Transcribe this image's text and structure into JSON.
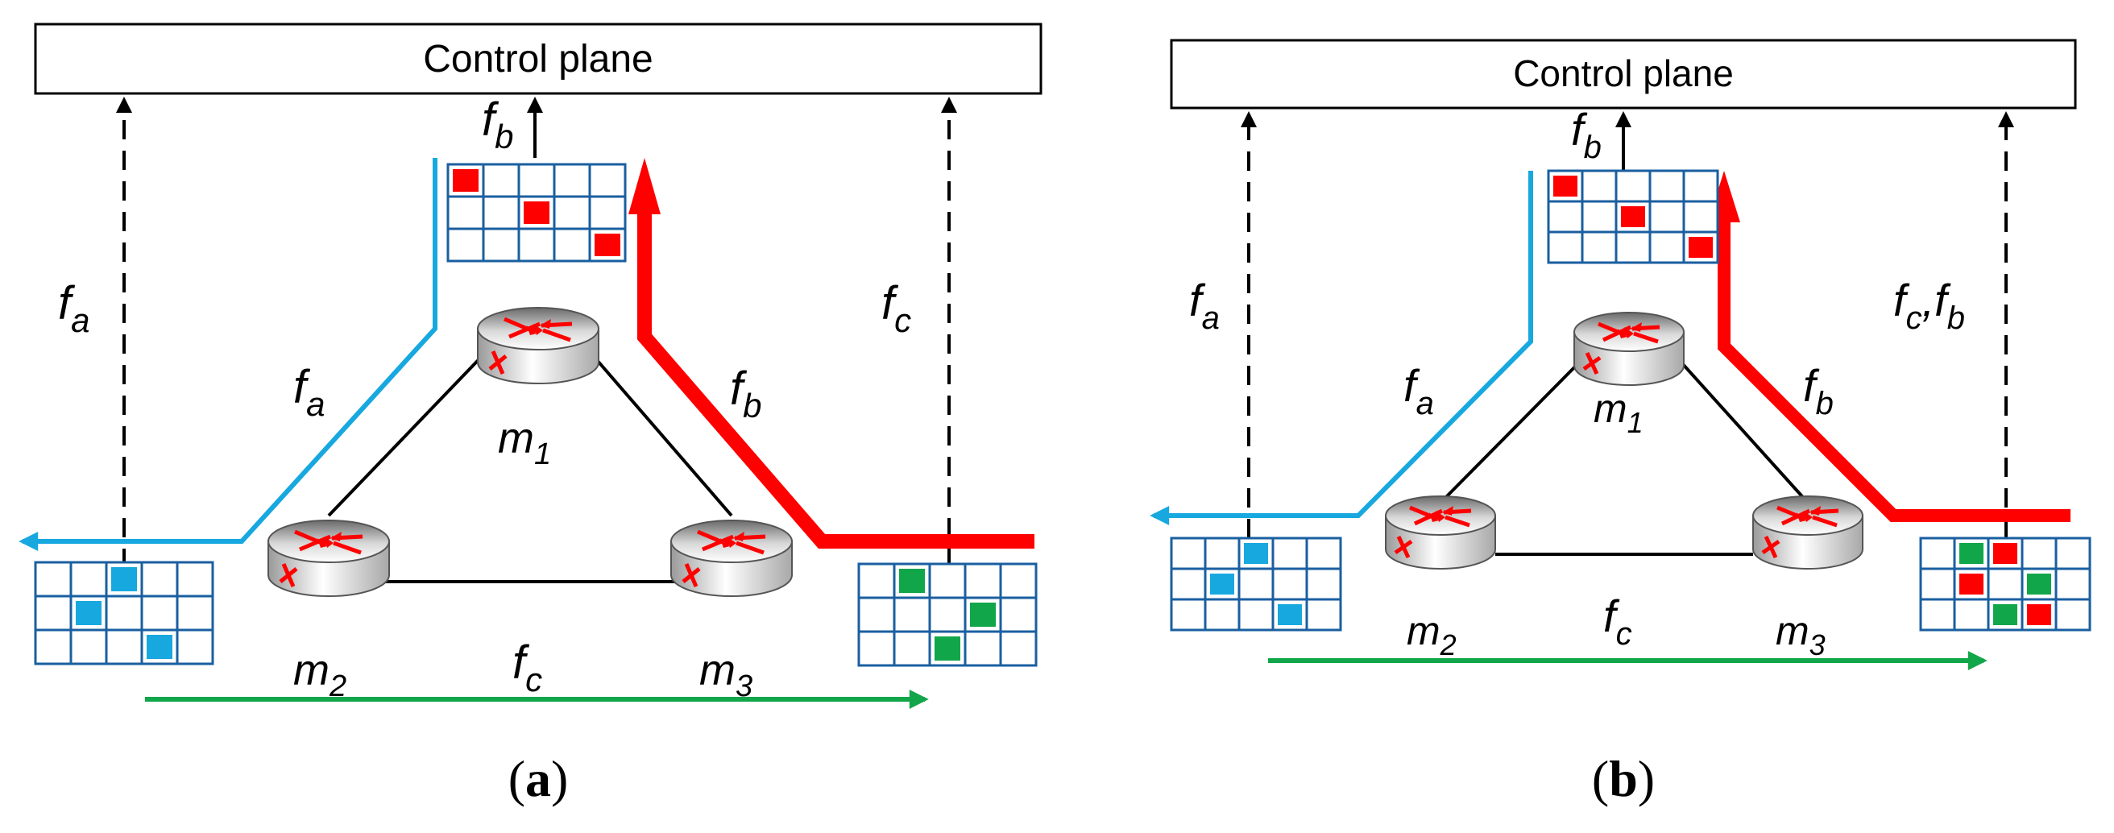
{
  "colors": {
    "flow_a": "#18a8e0",
    "flow_b": "#ff0000",
    "flow_c": "#12a64a",
    "grid_border": "#1a5fa0",
    "link": "#000000"
  },
  "panels": [
    {
      "id": "a",
      "control_plane": "Control plane",
      "caption_open": "(",
      "caption_letter": "a",
      "caption_close": ")",
      "nodes": [
        {
          "id": "m1",
          "base": "m",
          "sub": "1"
        },
        {
          "id": "m2",
          "base": "m",
          "sub": "2"
        },
        {
          "id": "m3",
          "base": "m",
          "sub": "3"
        }
      ],
      "flows": {
        "fa_base": "f",
        "fa_sub": "a",
        "fb_base": "f",
        "fb_sub": "b",
        "fc_base": "f",
        "fc_sub": "c"
      },
      "report_labels": {
        "left": {
          "base": "f",
          "sub": "a"
        },
        "top": {
          "base": "f",
          "sub": "b"
        },
        "right": [
          {
            "base": "f",
            "sub": "c"
          }
        ]
      },
      "tables": {
        "left": {
          "rows": 3,
          "cols": 5,
          "filled": [
            [
              0,
              2,
              "flow_a"
            ],
            [
              1,
              1,
              "flow_a"
            ],
            [
              2,
              3,
              "flow_a"
            ]
          ]
        },
        "top": {
          "rows": 3,
          "cols": 5,
          "filled": [
            [
              0,
              0,
              "flow_b"
            ],
            [
              1,
              2,
              "flow_b"
            ],
            [
              2,
              4,
              "flow_b"
            ]
          ]
        },
        "right": {
          "rows": 3,
          "cols": 5,
          "filled": [
            [
              0,
              1,
              "flow_c"
            ],
            [
              1,
              3,
              "flow_c"
            ],
            [
              2,
              2,
              "flow_c"
            ]
          ]
        }
      }
    },
    {
      "id": "b",
      "control_plane": "Control plane",
      "caption_open": "(",
      "caption_letter": "b",
      "caption_close": ")",
      "nodes": [
        {
          "id": "m1",
          "base": "m",
          "sub": "1"
        },
        {
          "id": "m2",
          "base": "m",
          "sub": "2"
        },
        {
          "id": "m3",
          "base": "m",
          "sub": "3"
        }
      ],
      "flows": {
        "fa_base": "f",
        "fa_sub": "a",
        "fb_base": "f",
        "fb_sub": "b",
        "fc_base": "f",
        "fc_sub": "c"
      },
      "report_labels": {
        "left": {
          "base": "f",
          "sub": "a"
        },
        "top": {
          "base": "f",
          "sub": "b"
        },
        "right": [
          {
            "base": "f",
            "sub": "c"
          },
          {
            "base": "f",
            "sub": "b"
          }
        ]
      },
      "right_separator": ",",
      "tables": {
        "left": {
          "rows": 3,
          "cols": 5,
          "filled": [
            [
              0,
              2,
              "flow_a"
            ],
            [
              1,
              1,
              "flow_a"
            ],
            [
              2,
              3,
              "flow_a"
            ]
          ]
        },
        "top": {
          "rows": 3,
          "cols": 5,
          "filled": [
            [
              0,
              0,
              "flow_b"
            ],
            [
              1,
              2,
              "flow_b"
            ],
            [
              2,
              4,
              "flow_b"
            ]
          ]
        },
        "right": {
          "rows": 3,
          "cols": 5,
          "filled": [
            [
              0,
              1,
              "flow_c"
            ],
            [
              0,
              2,
              "flow_b"
            ],
            [
              1,
              1,
              "flow_b"
            ],
            [
              1,
              3,
              "flow_c"
            ],
            [
              2,
              2,
              "flow_c"
            ],
            [
              2,
              3,
              "flow_b"
            ]
          ]
        }
      }
    }
  ]
}
